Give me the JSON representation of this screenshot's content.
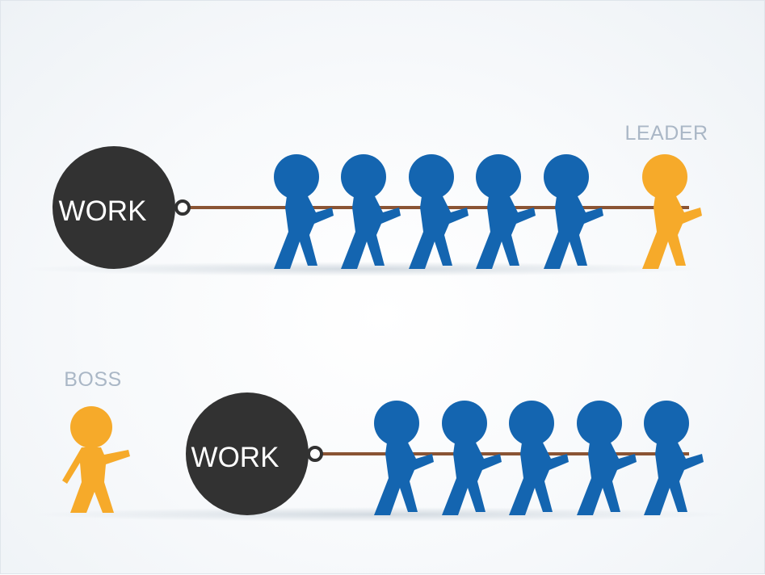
{
  "colors": {
    "worker": "#1465b0",
    "highlight": "#f6aa2a",
    "ball": "#323232",
    "ball_text": "#ffffff",
    "rope": "#8a5434",
    "label": "#aab7c6"
  },
  "scene_top": {
    "ball_label": "WORK",
    "role_label": "LEADER",
    "worker_count": 5
  },
  "scene_bottom": {
    "ball_label": "WORK",
    "role_label": "BOSS",
    "worker_count": 5
  }
}
